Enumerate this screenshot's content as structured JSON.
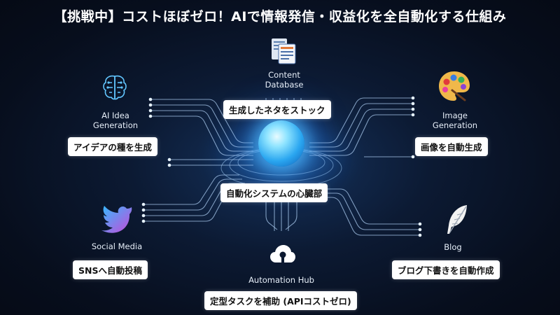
{
  "title": "【挑戦中】コストほぼゼロ！AIで情報発信・収益化を全自動化する仕組み",
  "nodes": {
    "content_database": {
      "label_line1": "Content",
      "label_line2": "Database",
      "tag": "生成したネタをストック"
    },
    "ai_idea": {
      "label_line1": "AI Idea",
      "label_line2": "Generation",
      "tag": "アイデアの種を生成"
    },
    "image_generation": {
      "label_line1": "Image",
      "label_line2": "Generation",
      "tag": "画像を自動生成"
    },
    "core": {
      "tag": "自動化システムの心臓部"
    },
    "social_media": {
      "label": "Social Media",
      "tag": "SNSへ自動投稿"
    },
    "blog": {
      "label": "Blog",
      "tag": "ブログ下書きを自動作成"
    },
    "automation_hub": {
      "label": "Automation Hub",
      "tag": "定型タスクを補助 (APIコストゼロ)"
    }
  },
  "colors": {
    "background": "#0a1428",
    "circuit_line": "#8fb8e6",
    "glow": "#3fb6ff",
    "tag_background": "#ffffff",
    "tag_text": "#111111"
  },
  "icons": [
    "database-icon",
    "brain-icon",
    "palette-icon",
    "bird-icon",
    "feather-icon",
    "cloud-upload-icon"
  ]
}
